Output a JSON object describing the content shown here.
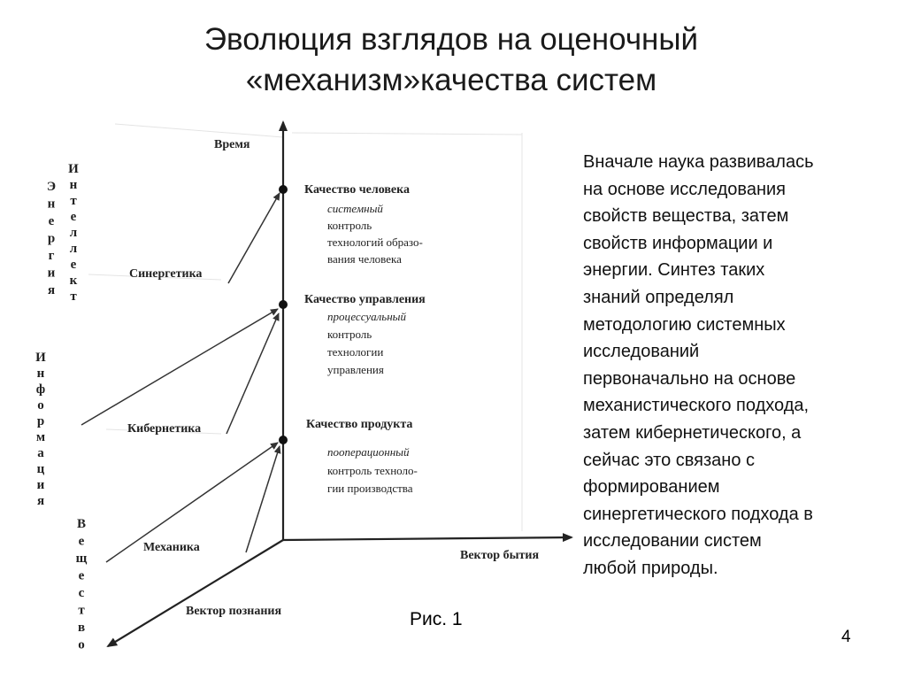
{
  "title": {
    "line1": "Эволюция взглядов на оценочный",
    "line2": "«механизм»качества систем"
  },
  "diagram": {
    "axis_time": "Время",
    "axis_being": "Вектор бытия",
    "axis_knowledge": "Вектор познания",
    "nodes": [
      {
        "title": "Качество человека",
        "lines": [
          "системный",
          "контроль",
          "технологий образо-",
          "вания человека"
        ]
      },
      {
        "title": "Качество управления",
        "lines": [
          "процессуальный",
          "контроль",
          "технологии",
          "управления"
        ]
      },
      {
        "title": "Качество продукта",
        "lines": [
          "пооперационный",
          "контроль техноло-",
          "гии производства"
        ]
      }
    ],
    "approaches": {
      "synergetics": "Синергетика",
      "cybernetics": "Кибернетика",
      "mechanics": "Механика"
    },
    "vertical_words": {
      "energy": "Энергия",
      "intellect": "Интеллект",
      "information": "Информация",
      "substance": "Вещество"
    }
  },
  "description": {
    "lines": [
      "Вначале наука развивалась",
      "на основе исследования",
      "свойств вещества, затем",
      "свойств информации и",
      "энергии. Синтез таких",
      "знаний определял",
      "методологию системных",
      "исследований",
      "первоначально на основе",
      "механистического подхода,",
      "затем кибернетического, а",
      "сейчас это связано с",
      "формированием",
      "синергетического подхода в",
      "исследовании систем",
      "любой природы."
    ]
  },
  "caption": "Рис. 1",
  "page_number": "4"
}
